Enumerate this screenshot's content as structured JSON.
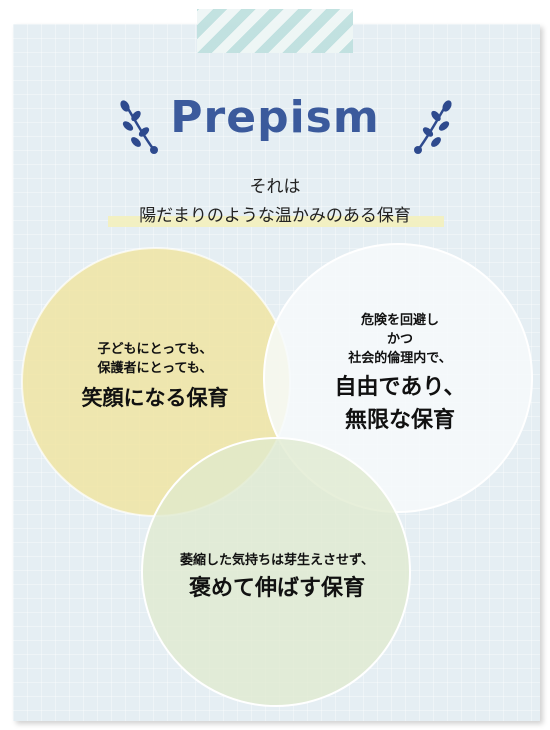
{
  "header": {
    "title": "Prepism",
    "tagline_line1": "それは",
    "tagline_line2": "陽だまりのような温かみのある保育"
  },
  "circles": {
    "left": {
      "line1": "子どもにとっても、",
      "line2": "保護者にとっても、",
      "headline": "笑顔になる保育",
      "color": "#f0e4a2"
    },
    "right": {
      "line1": "危険を回避し",
      "line2": "かつ",
      "line3": "社会的倫理内で、",
      "headline1": "自由であり、",
      "headline2": "無限な保育",
      "color": "#f7fafb"
    },
    "bottom": {
      "line1": "萎縮した気持ちは芽生えさせず、",
      "headline": "褒めて伸ばす保育",
      "color": "#dfeacd"
    }
  },
  "colors": {
    "title": "#3b5a9c",
    "ornament": "#2e4a8e",
    "card_background": "#e5eef3",
    "tape": "#bfe0df"
  },
  "icons": {
    "left_ornament": "leaf-sprig-icon",
    "right_ornament": "leaf-sprig-icon"
  }
}
